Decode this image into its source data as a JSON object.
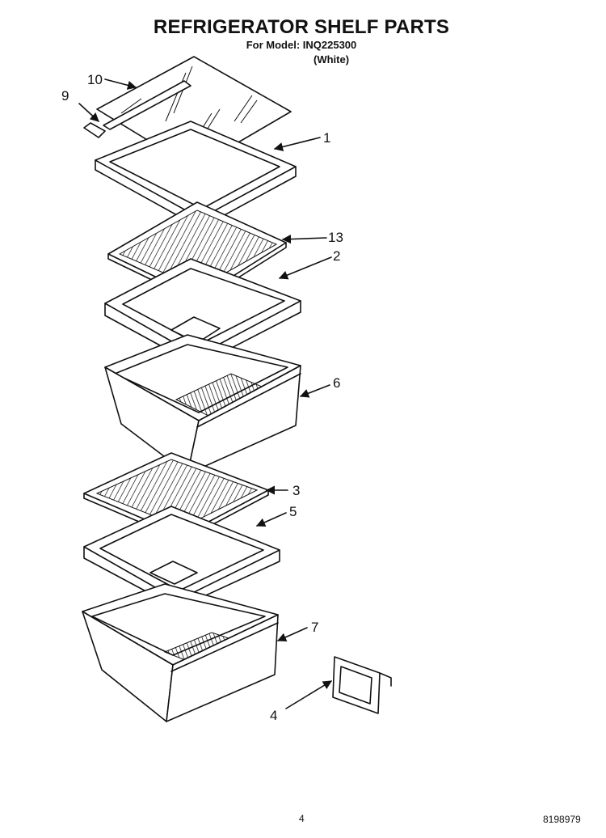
{
  "header": {
    "title": "REFRIGERATOR SHELF PARTS",
    "model_line": "For Model: INQ225300",
    "color_note": "(White)"
  },
  "callouts": {
    "c10": "10",
    "c9": "9",
    "c1": "1",
    "c13": "13",
    "c2": "2",
    "c6": "6",
    "c3": "3",
    "c5": "5",
    "c7": "7",
    "c4": "4"
  },
  "footer": {
    "page_number": "4",
    "doc_number": "8198979"
  }
}
